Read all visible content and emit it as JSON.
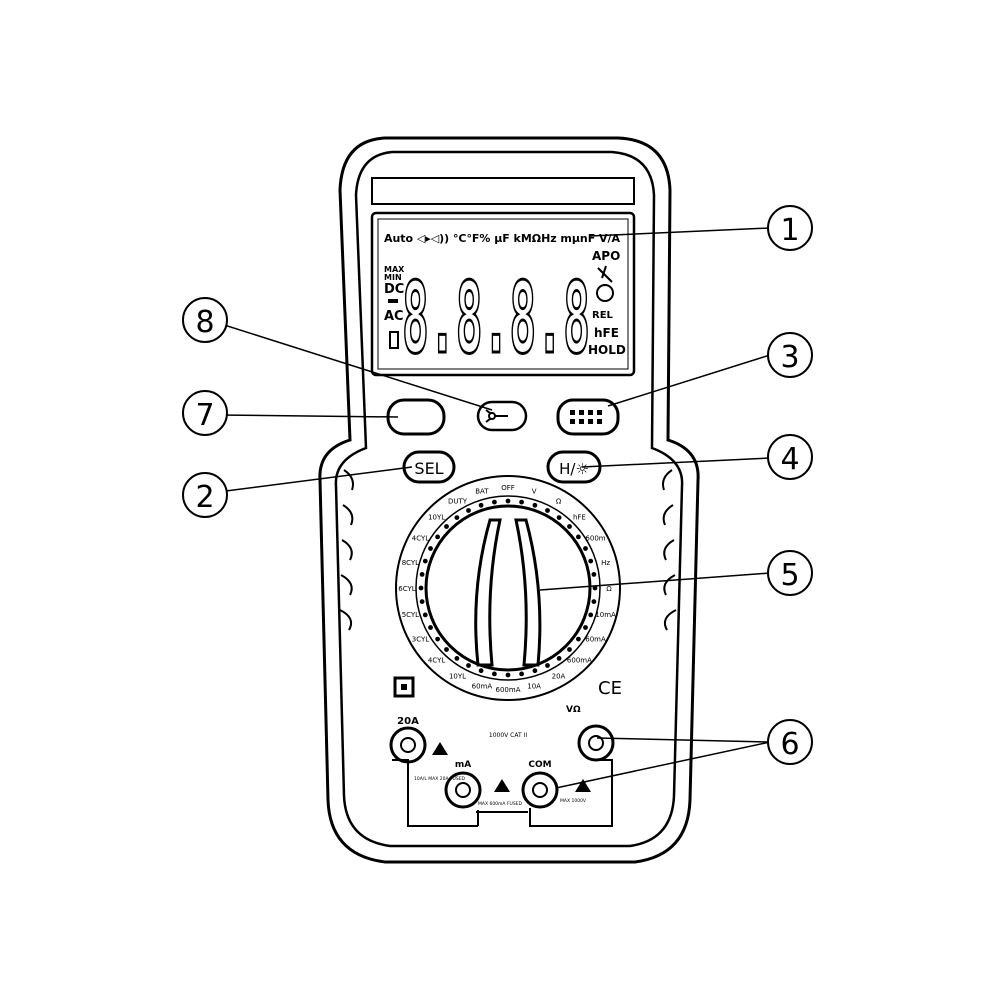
{
  "lcd": {
    "top_row": "Auto ◁▸◁)) °C°F% μF kMΩHz mμnF V/A",
    "left_labels": [
      "MAX",
      "MIN",
      "DC",
      "AC"
    ],
    "digits": "8.8.8.8",
    "right_labels": [
      "APO",
      "REL",
      "hFE",
      "HOLD"
    ]
  },
  "buttons": {
    "sel": "SEL",
    "hold_light": "H/☼"
  },
  "dial": {
    "ring_labels": [
      "OFF",
      "V",
      "Ω",
      "hFE",
      "600m",
      "Hz",
      "Ω",
      "10mA",
      "60mA",
      "600mA",
      "20A",
      "10A",
      "600mA",
      "60mA",
      "10YL",
      "4CYL",
      "3CYL",
      "5CYL",
      "6CYL",
      "8CYL",
      "4CYL",
      "10YL",
      "DUTY",
      "BAT"
    ]
  },
  "marks": {
    "ce": "CE",
    "category": "1000V CAT II",
    "vohm": "VΩ"
  },
  "jacks": {
    "a20": "20A",
    "ma": "mA",
    "com": "COM",
    "fuse_left": "10A/L MAX 20A FUSED",
    "fuse_mid": "MAX 600mA FUSED",
    "fuse_right": "MAX 1000V"
  },
  "callouts": [
    "1",
    "2",
    "3",
    "4",
    "5",
    "6",
    "7",
    "8"
  ]
}
